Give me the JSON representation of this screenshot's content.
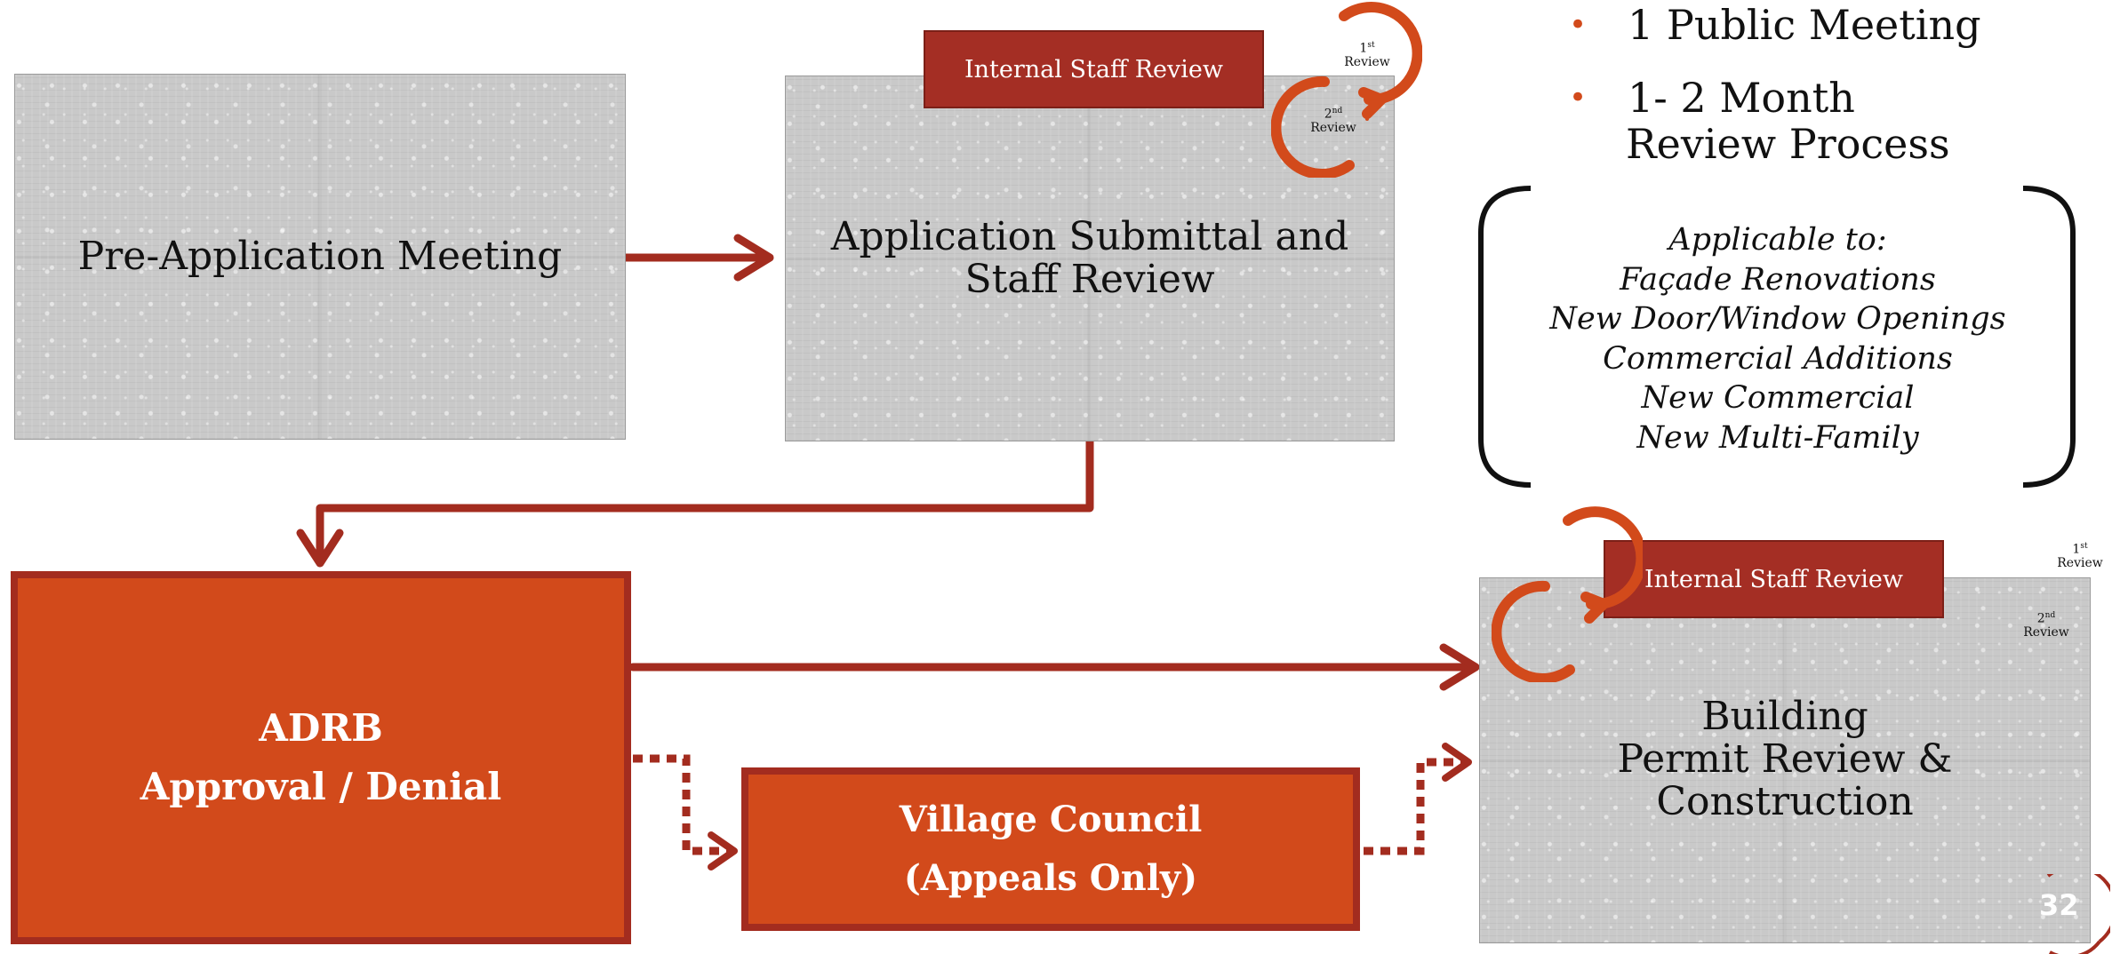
{
  "colors": {
    "dark_red": "#a32c1f",
    "orange": "#d24a1b",
    "grey": "#c9c9c9"
  },
  "boxes": {
    "pre_application": "Pre-Application Meeting",
    "application_line1": "Application Submittal and",
    "application_line2": "Staff Review",
    "adrb_line1": "ADRB",
    "adrb_line2": "Approval / Denial",
    "village_line1": "Village Council",
    "village_line2": "(Appeals Only)",
    "building_line1": "Building",
    "building_line2": "Permit Review &",
    "building_line3": "Construction"
  },
  "tags": {
    "top_internal_review": "Internal Staff Review",
    "bottom_internal_review": "Internal Staff Review"
  },
  "review_cycle": {
    "first_ord": "1",
    "first_sup": "st",
    "second_ord": "2",
    "second_sup": "nd",
    "word": "Review"
  },
  "bullets": {
    "item1": "1 Public Meeting",
    "item2_line1": "1- 2 Month",
    "item2_line2": "Review Process",
    "dot": "•"
  },
  "applicable": {
    "heading": "Applicable to:",
    "items": [
      "Façade Renovations",
      "New Door/Window Openings",
      "Commercial Additions",
      "New Commercial",
      "New Multi-Family"
    ]
  },
  "page_number": "32"
}
